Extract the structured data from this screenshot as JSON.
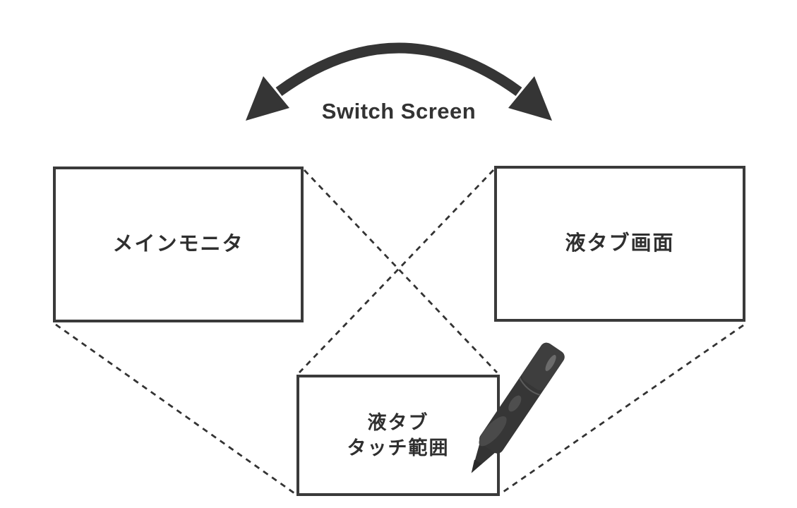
{
  "diagram": {
    "title": "Switch Screen",
    "boxes": {
      "main_monitor": {
        "label": "メインモニタ"
      },
      "tablet_screen": {
        "label": "液タブ画面"
      },
      "touch_area": {
        "line1": "液タブ",
        "line2": "タッチ範囲"
      }
    },
    "icons": {
      "arrow": "switch-arrow-icon",
      "pen": "stylus-pen-icon"
    },
    "colors": {
      "ink": "#353535",
      "border": "#3a3a3a",
      "text": "#2f2f2f",
      "dashed_line": "#333333",
      "background": "#ffffff"
    }
  }
}
